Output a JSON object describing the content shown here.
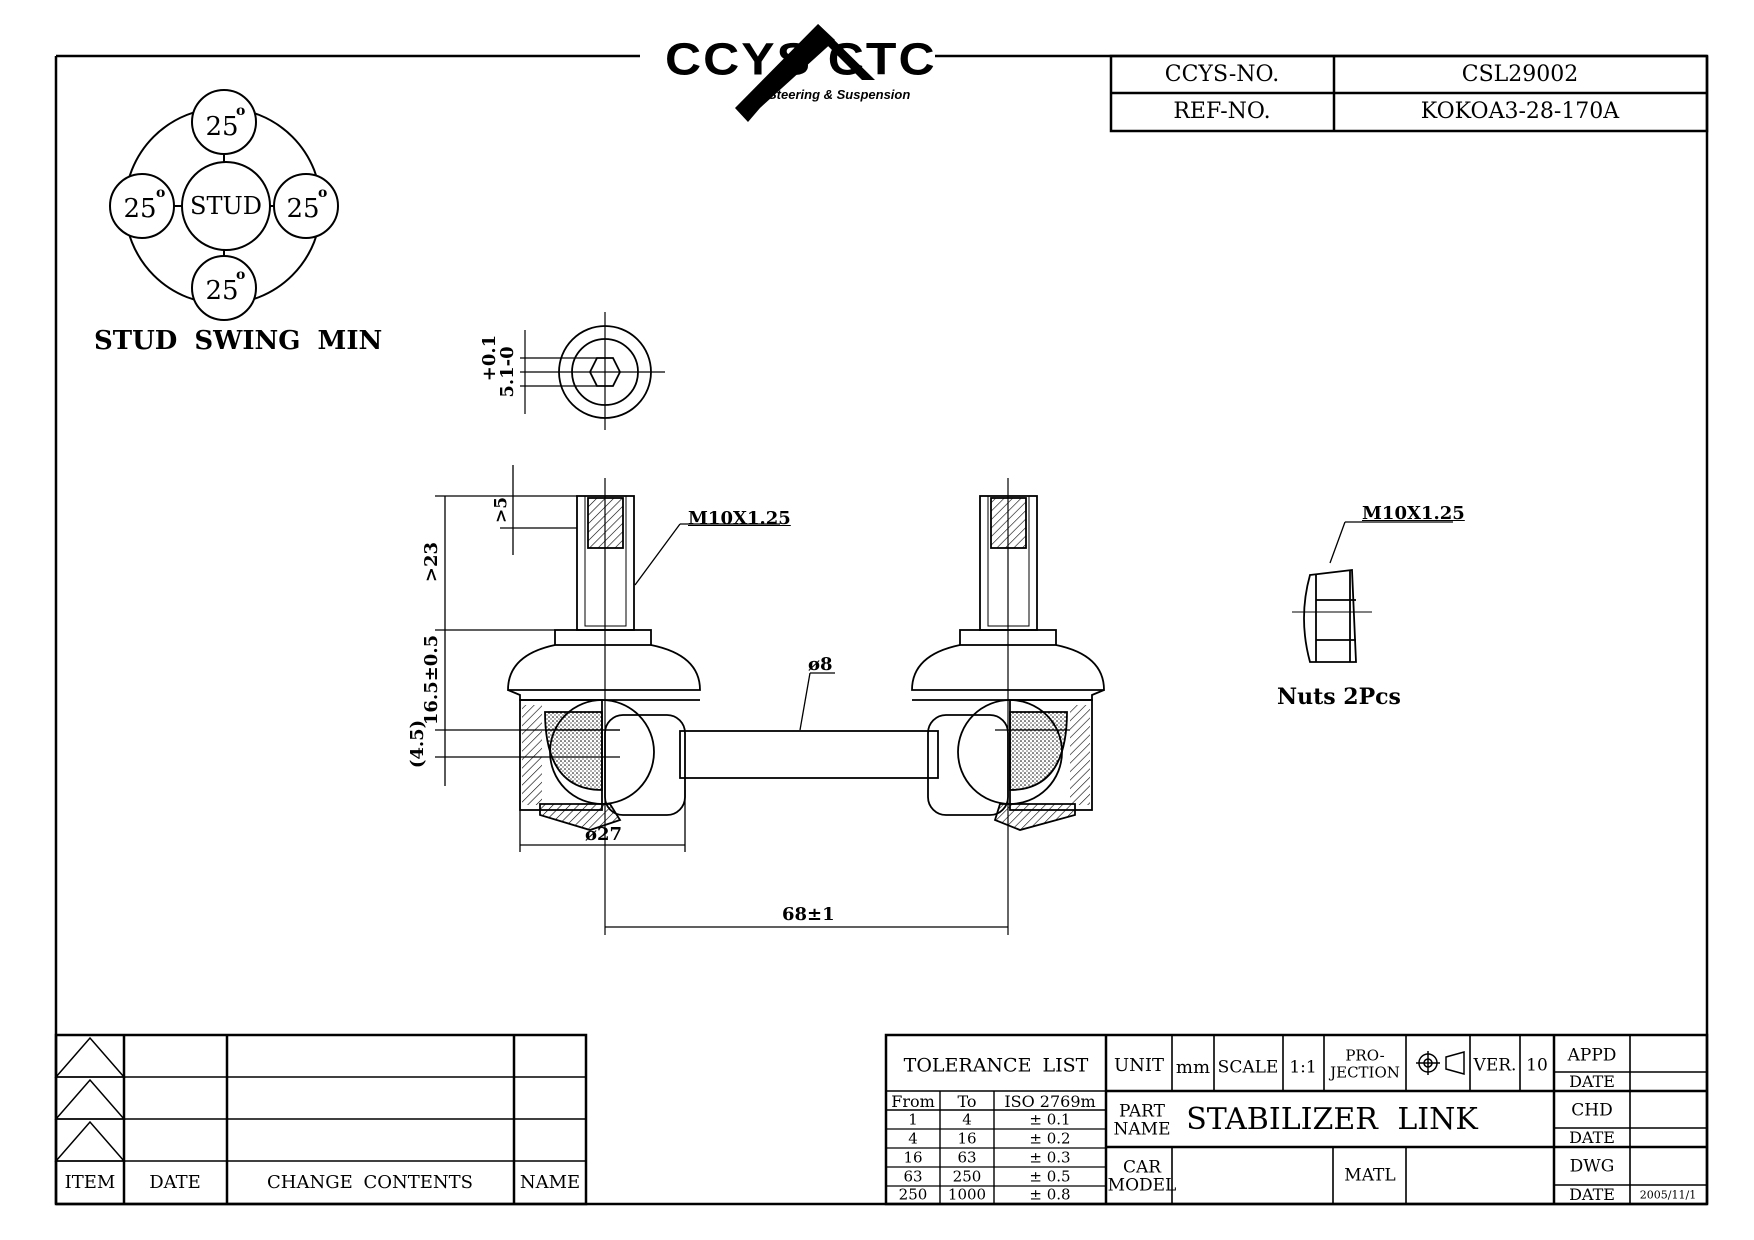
{
  "logo": {
    "brand": "CCYS CTC",
    "tagline": "Steering & Suspension"
  },
  "header": {
    "ccys_no_label": "CCYS-NO.",
    "ccys_no_value": "CSL29002",
    "ref_no_label": "REF-NO.",
    "ref_no_value": "KOKOA3-28-170A"
  },
  "stud_swing": {
    "center": "STUD",
    "angles": [
      "25",
      "25",
      "25",
      "25"
    ],
    "degree": "o",
    "caption": "STUD SWING MIN"
  },
  "dimensions": {
    "hex_tol": "+0.1",
    "hex_size": "5.1-0",
    "gt5": ">5",
    "gt23": ">23",
    "height": "16.5±0.5",
    "offset": "(4.5)",
    "thread": "M10X1.25",
    "rod_dia": "ø8",
    "ball_dia": "ø27",
    "center_dist": "68±1",
    "nut_thread": "M10X1.25",
    "nuts": "Nuts 2Pcs"
  },
  "revision_table": {
    "headers": [
      "ITEM",
      "DATE",
      "CHANGE CONTENTS",
      "NAME"
    ]
  },
  "tolerance": {
    "title": "TOLERANCE LIST",
    "headers": [
      "From",
      "To",
      "ISO 2769m"
    ],
    "rows": [
      [
        "1",
        "4",
        "± 0.1"
      ],
      [
        "4",
        "16",
        "± 0.2"
      ],
      [
        "16",
        "63",
        "± 0.3"
      ],
      [
        "63",
        "250",
        "± 0.5"
      ],
      [
        "250",
        "1000",
        "± 0.8"
      ]
    ]
  },
  "title_block": {
    "unit_label": "UNIT",
    "unit_value": "mm",
    "scale_label": "SCALE",
    "scale_value": "1:1",
    "projection_label_1": "PRO-",
    "projection_label_2": "JECTION",
    "ver_label": "VER.",
    "ver_value": "10",
    "part_name_label_1": "PART",
    "part_name_label_2": "NAME",
    "part_name_value": "STABILIZER LINK",
    "car_model_label_1": "CAR",
    "car_model_label_2": "MODEL",
    "matl_label": "MATL",
    "appd_label": "APPD",
    "chd_label": "CHD",
    "dwg_label": "DWG",
    "date_label": "DATE",
    "dwg_date": "2005/11/1"
  }
}
